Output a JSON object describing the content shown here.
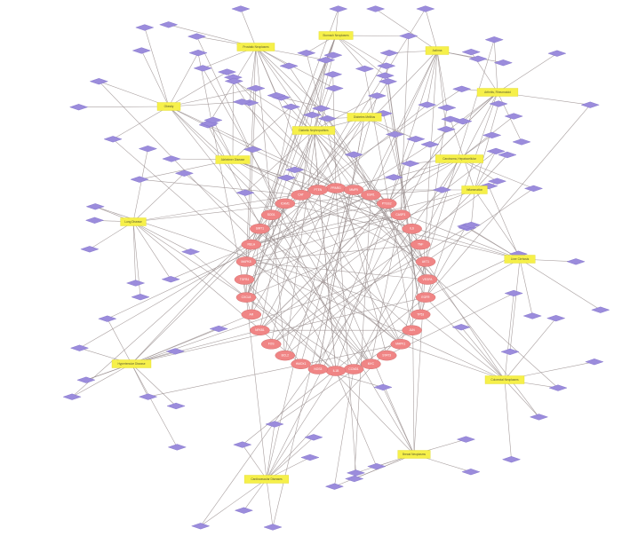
{
  "diagram": {
    "type": "gene-disease-pathway network",
    "colors": {
      "gene_node": "#f08585",
      "disease_node": "#f6f04a",
      "term_node": "#9b8cdc",
      "edge": "#9a8f8f",
      "background": "#ffffff"
    },
    "gene_labels": [
      "PPARG",
      "MMP9",
      "ESR1",
      "PTGS2",
      "CASP3",
      "IL6",
      "TNF",
      "AKT1",
      "VEGFA",
      "EGFR",
      "TP53",
      "JUN",
      "MAPK1",
      "STAT3",
      "MYC",
      "CCND1",
      "IL1B",
      "NOS3",
      "HMOX1",
      "BCL2",
      "FOS",
      "NFKB1",
      "AR",
      "CXCL8",
      "TGFB1",
      "MAPK8",
      "RELA",
      "SIRT1",
      "SOD1",
      "ICAM1",
      "CAT",
      "PTEN"
    ],
    "disease_labels": [
      "Lung Disease",
      "Hypertensive Disease",
      "Cardiovascular Diseases",
      "Breast Neoplasms",
      "Colorectal Neoplasms",
      "Liver Cirrhosis",
      "Inflammation",
      "Diabetes Mellitus",
      "Stomach Neoplasms",
      "Prostatic Neoplasms",
      "Obesity",
      "Alzheimer Disease",
      "Arthritis, Rheumatoid",
      "Carcinoma, Hepatocellular",
      "Asthma",
      "Diabetic Nephropathies"
    ],
    "term_labels": []
  }
}
